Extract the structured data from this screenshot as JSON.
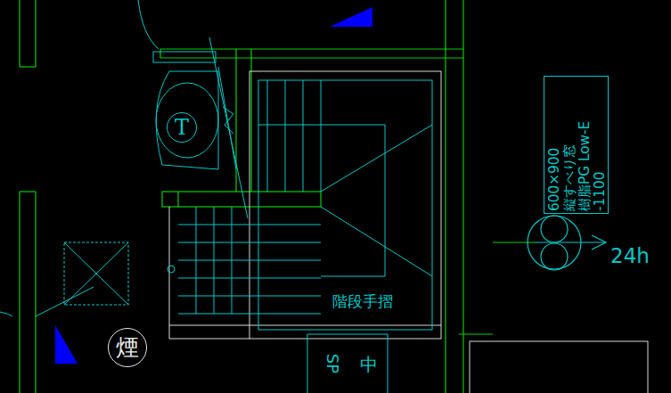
{
  "diagram": {
    "nodes": [
      {
        "text": [
          "T"
        ]
      },
      {
        "text": [
          "煙"
        ]
      },
      {
        "text": [
          "600×900",
          "縦すべり窓",
          "樹脂PG Low-E",
          "-1100"
        ]
      }
    ],
    "labels": [
      "階段手摺",
      "24h",
      "SP",
      "中"
    ]
  }
}
